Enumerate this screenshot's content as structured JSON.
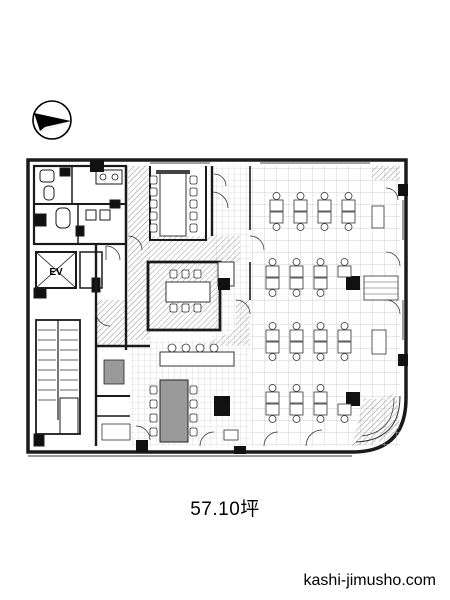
{
  "plan": {
    "area": "57.10坪",
    "elevator_label": "EV",
    "site": "kashi-jimusho.com",
    "colors": {
      "wall": "#1a1a1a",
      "line": "#222222",
      "floor_grid": "#bdbdbd",
      "hatch": "#9a9a9a",
      "dark": "#111111"
    },
    "icons": {
      "compass": "north-arrow-icon"
    }
  }
}
